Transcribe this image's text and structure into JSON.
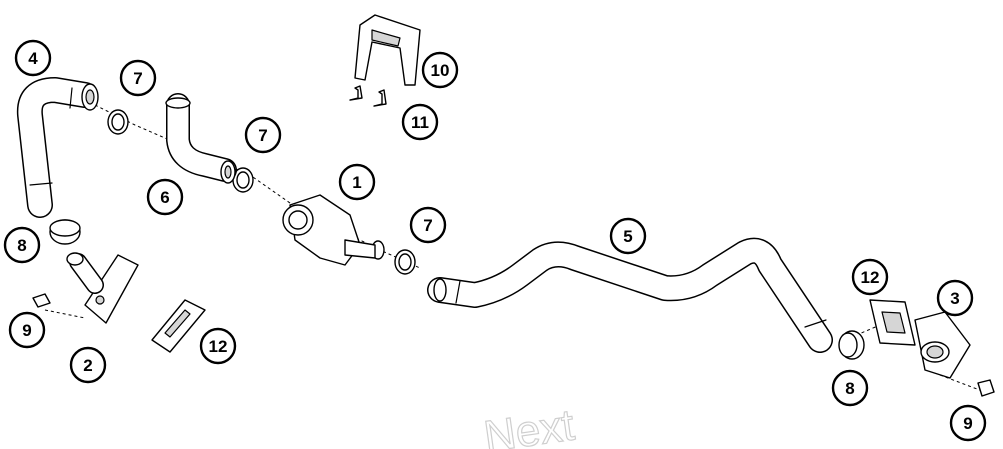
{
  "callouts": [
    "1",
    "2",
    "3",
    "4",
    "5",
    "6",
    "7",
    "7",
    "7",
    "8",
    "8",
    "9",
    "9",
    "10",
    "11",
    "12",
    "12"
  ],
  "watermark": "Next",
  "colors": {
    "line": "#000000",
    "shade": "#d6d6d6",
    "background": "#ffffff",
    "watermark": "#cfcfcf"
  }
}
